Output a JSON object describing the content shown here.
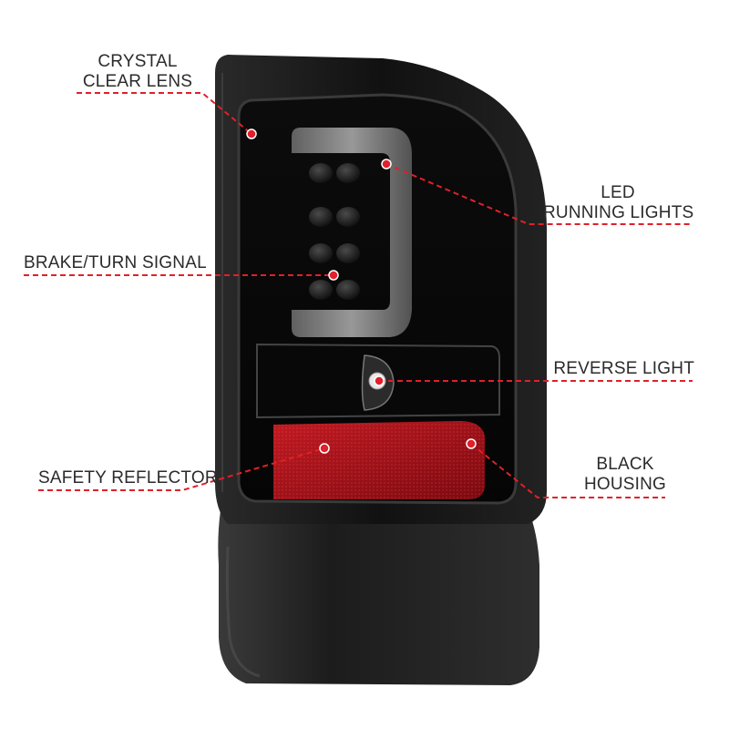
{
  "callouts": {
    "crystal_clear_lens": {
      "line1": "CRYSTAL",
      "line2": "CLEAR LENS"
    },
    "led_running_lights": {
      "line1": "LED",
      "line2": "RUNNING LIGHTS"
    },
    "brake_turn_signal": {
      "line1": "BRAKE/TURN SIGNAL"
    },
    "reverse_light": {
      "line1": "REVERSE LIGHT"
    },
    "safety_reflector": {
      "line1": "SAFETY REFLECTOR"
    },
    "black_housing": {
      "line1": "BLACK",
      "line2": "HOUSING"
    }
  },
  "colors": {
    "accent": "#e0202a",
    "label_text": "#2b2b2b",
    "housing": "#1a1a1a",
    "reflector": "#b3121a"
  }
}
